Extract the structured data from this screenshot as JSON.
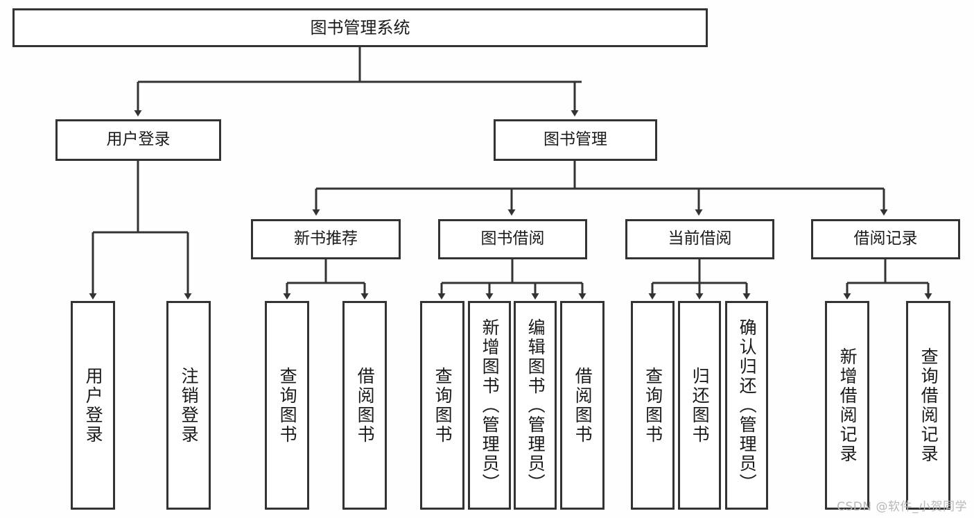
{
  "diagram": {
    "title": "图书管理系统",
    "type": "hierarchy-tree",
    "watermark": "CSDN @软件_小贺同学",
    "colors": {
      "line": "#333333",
      "box_border": "#333333",
      "box_fill": "#ffffff",
      "background": "#fefefe",
      "text": "#1a1a1a",
      "watermark": "#b8b8b8"
    },
    "root": {
      "label": "图书管理系统"
    },
    "level1": [
      {
        "label": "用户登录"
      },
      {
        "label": "图书管理"
      }
    ],
    "level2": [
      {
        "label": "新书推荐"
      },
      {
        "label": "图书借阅"
      },
      {
        "label": "当前借阅"
      },
      {
        "label": "借阅记录"
      }
    ],
    "leaves": {
      "user_login": [
        {
          "label": "用户登录"
        },
        {
          "label": "注销登录"
        }
      ],
      "new_book": [
        {
          "label": "查询图书"
        },
        {
          "label": "借阅图书"
        }
      ],
      "book_borrow": [
        {
          "label": "查询图书"
        },
        {
          "label": "新增图书（管理员）"
        },
        {
          "label": "编辑图书（管理员）"
        },
        {
          "label": "借阅图书"
        }
      ],
      "current_borrow": [
        {
          "label": "查询图书"
        },
        {
          "label": "归还图书"
        },
        {
          "label": "确认归还（管理员）"
        }
      ],
      "borrow_record": [
        {
          "label": "新增借阅记录"
        },
        {
          "label": "查询借阅记录"
        }
      ]
    }
  }
}
